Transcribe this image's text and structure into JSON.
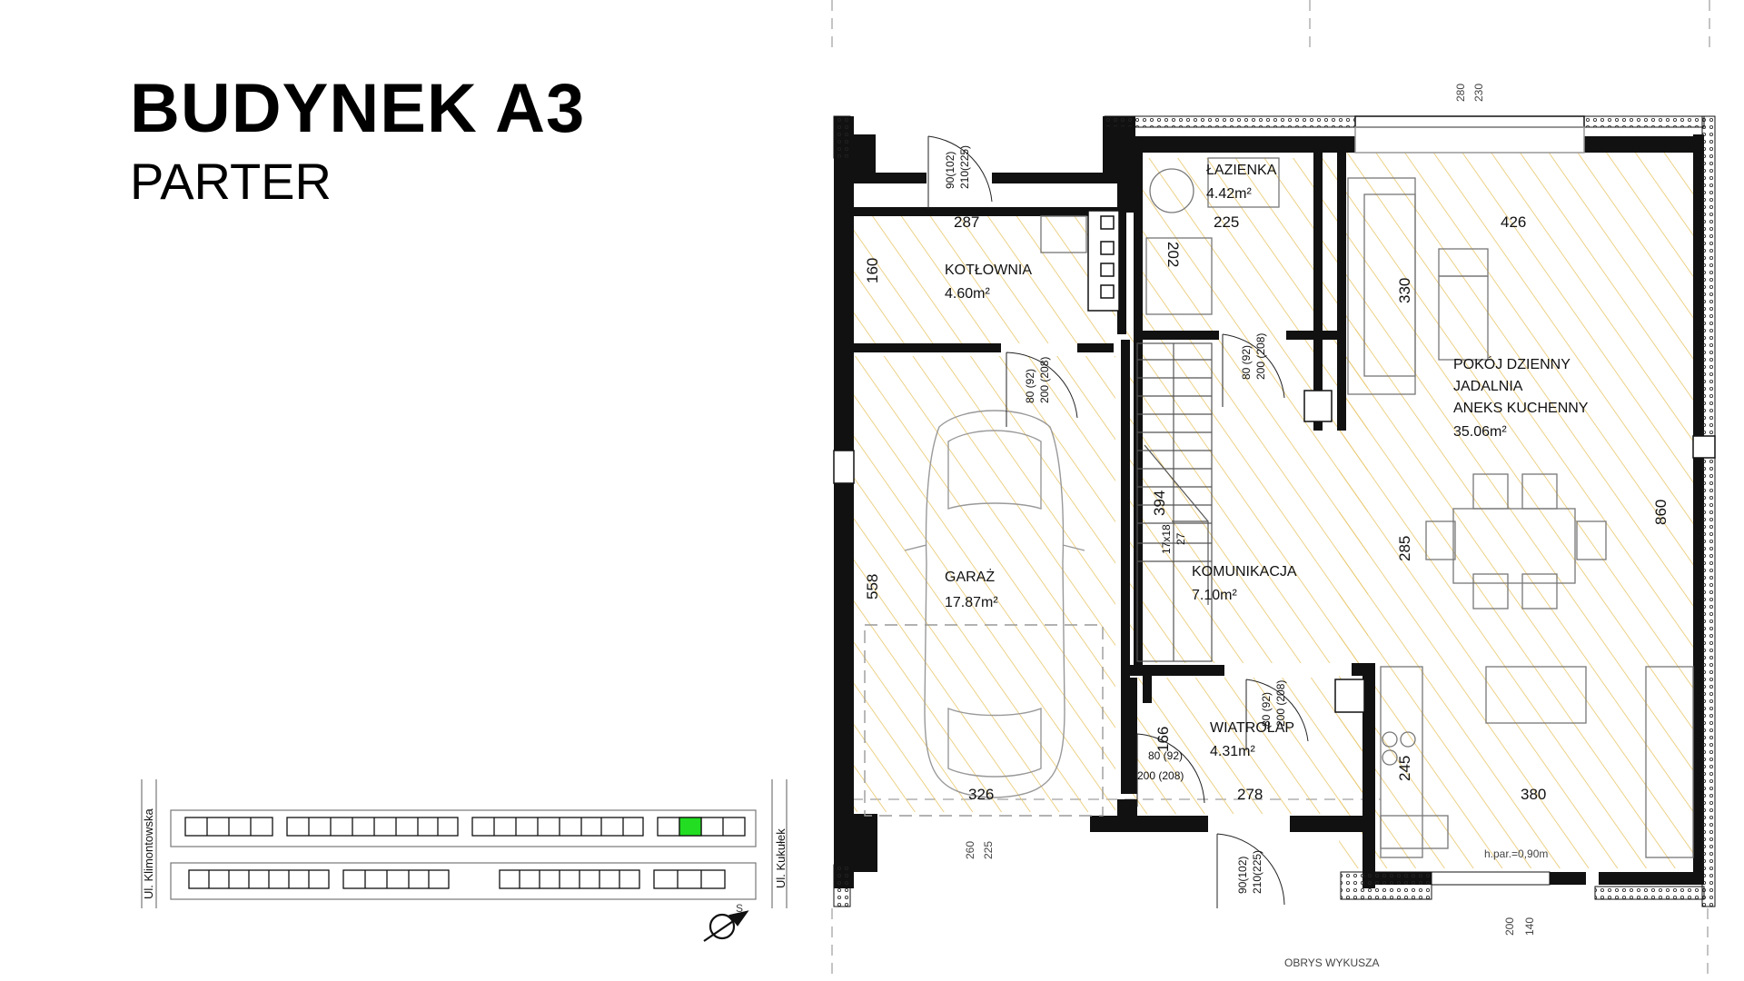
{
  "header": {
    "title": "BUDYNEK A3",
    "subtitle": "PARTER"
  },
  "rooms": [
    {
      "name": "KOTŁOWNIA",
      "area": "4.60m²"
    },
    {
      "name": "ŁAZIENKA",
      "area": "4.42m²"
    },
    {
      "name": "GARAŻ",
      "area": "17.87m²"
    },
    {
      "name": "KOMUNIKACJA",
      "area": "7.10m²"
    },
    {
      "name": "WIATROŁAP",
      "area": "4.31m²"
    },
    {
      "name_lines": [
        "POKÓJ DZIENNY",
        "JADALNIA",
        "ANEKS KUCHENNY"
      ],
      "area": "35.06m²"
    }
  ],
  "dimensions": {
    "d287": "287",
    "d160": "160",
    "d202": "202",
    "d225": "225",
    "d426": "426",
    "d330": "330",
    "d558": "558",
    "d394": "394",
    "d285": "285",
    "d860": "860",
    "d166": "166",
    "d245": "245",
    "d326": "326",
    "d278": "278",
    "d380": "380",
    "top_280": "280",
    "top_230": "230",
    "bot_260": "260",
    "bot_225": "225",
    "bot_200": "200",
    "bot_140": "140"
  },
  "doors": {
    "entry_top_a": "90(102)",
    "entry_top_b": "210(225)",
    "kot_a": "80 (92)",
    "kot_b": "200 (208)",
    "lazienka_a": "80 (92)",
    "lazienka_b": "200 (208)",
    "wiat_a": "80 (92)",
    "wiat_b": "200 (208)",
    "kom_a": "80 (92)",
    "kom_b": "200 (208)",
    "entry_bot_a": "90(102)",
    "entry_bot_b": "210(225)"
  },
  "stairs": {
    "steps": "17x18",
    "depth": "27"
  },
  "notes": {
    "parapet": "h.par.=0,90m",
    "bay": "OBRYS WYKUSZA"
  },
  "site": {
    "street_left": "Ul. Klimontowska",
    "street_right": "Ul. Kukułek",
    "compass": "S"
  },
  "colors": {
    "hatch": "#e8c66a",
    "wall": "#000000",
    "highlight": "#22dd22"
  }
}
